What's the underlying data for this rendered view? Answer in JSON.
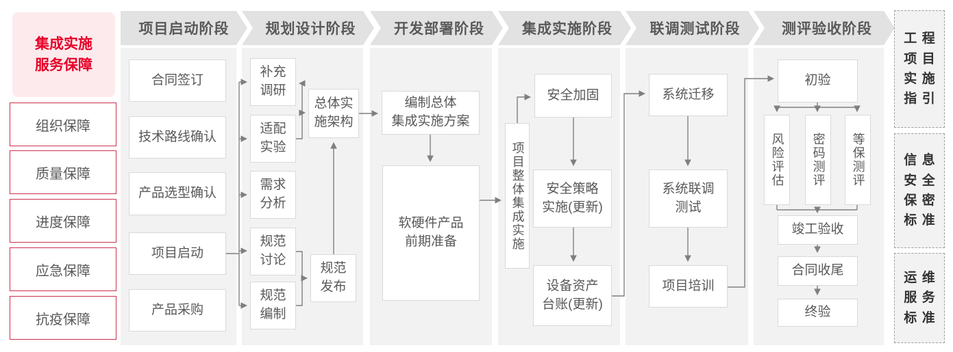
{
  "sidebar": {
    "title": "集成实施\n服务保障",
    "items": [
      "组织保障",
      "质量保障",
      "进度保障",
      "应急保障",
      "抗疫保障"
    ]
  },
  "columns": [
    {
      "header": "项目启动阶段",
      "boxes": [
        "合同签订",
        "技术路线确认",
        "产品选型确认",
        "项目启动",
        "产品采购"
      ]
    },
    {
      "header": "规划设计阶段",
      "boxes": [
        "补充\n调研",
        "适配\n实验",
        "需求\n分析",
        "规范\n讨论",
        "规范\n编制",
        "总体实\n施架构",
        "规范\n发布"
      ]
    },
    {
      "header": "开发部署阶段",
      "boxes": [
        "编制总体\n集成实施方案",
        "软硬件产品\n前期准备"
      ]
    },
    {
      "header": "集成实施阶段",
      "boxes": [
        "项目整体集成实施",
        "安全加固",
        "安全策略\n实施(更新)",
        "设备资产\n台账(更新)"
      ]
    },
    {
      "header": "联调测试阶段",
      "boxes": [
        "系统迁移",
        "系统联调\n测试",
        "项目培训"
      ]
    },
    {
      "header": "测评验收阶段",
      "boxes": [
        "初验",
        "风险评估",
        "密码测评",
        "等保测评",
        "竣工验收",
        "合同收尾",
        "终验"
      ]
    }
  ],
  "standards": [
    "工程\n项目\n实施\n指引",
    "信息\n安全\n保密\n标准",
    "运维\n服务\n标准"
  ],
  "colors": {
    "accent_red": "#e60027",
    "pink_bg": "#fdeaed",
    "red_border": "#c9304e",
    "header_gray": "#e2e2e2",
    "column_bg": "#f2f2f2",
    "box_border": "#d9d9d9",
    "text_gray": "#595959",
    "line_gray": "#7f7f7f"
  }
}
